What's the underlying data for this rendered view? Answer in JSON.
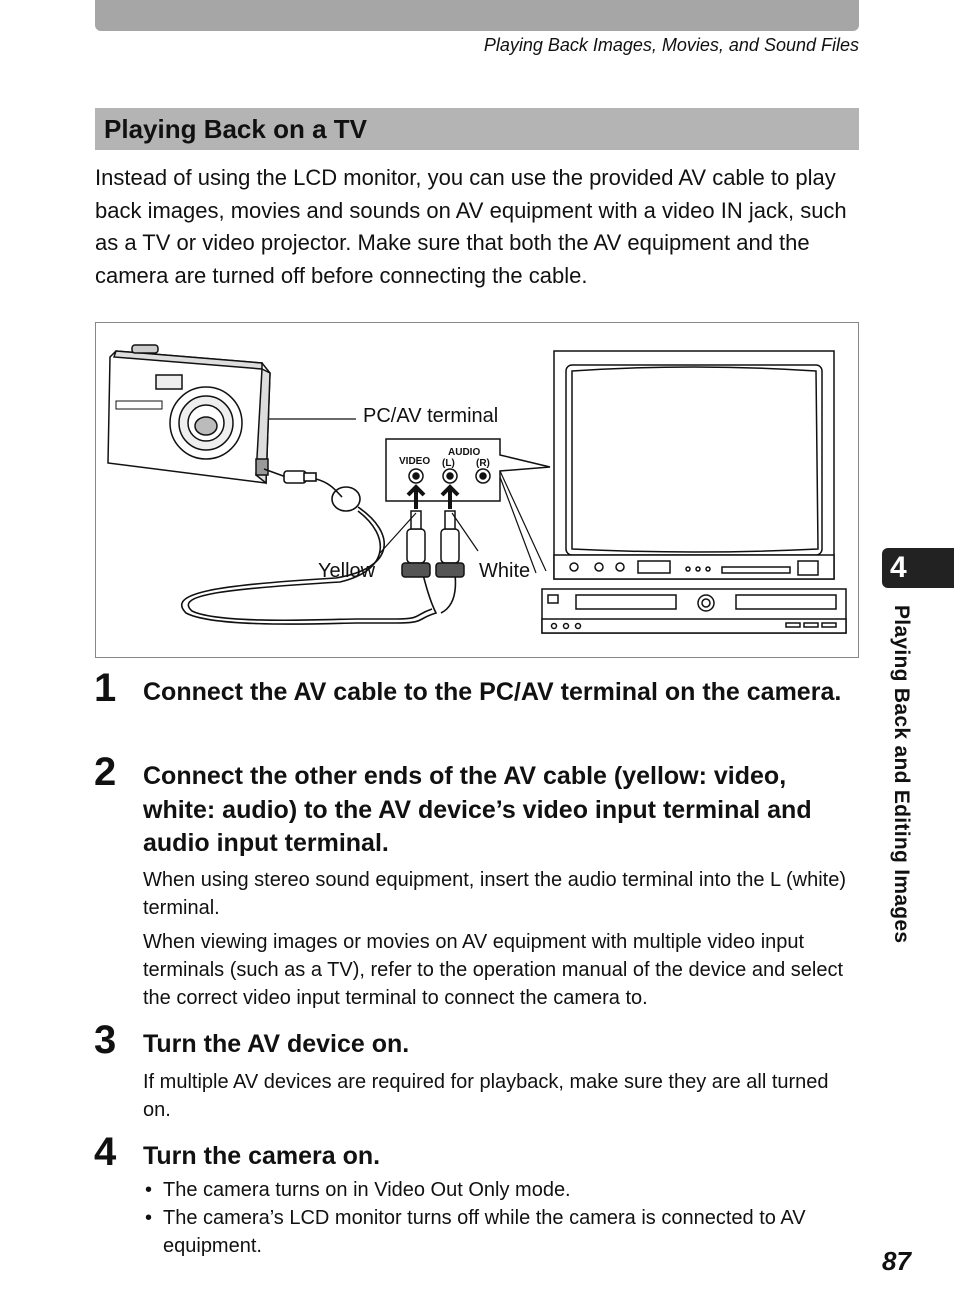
{
  "header": {
    "running_head": "Playing Back Images, Movies, and Sound Files"
  },
  "section": {
    "title": "Playing Back on a TV",
    "intro": "Instead of using the LCD monitor, you can use the provided AV cable to play back images, movies and sounds on AV equipment with a video IN jack, such as a TV or video projector. Make sure that both the AV equipment and the camera are turned off before connecting the cable."
  },
  "figure": {
    "terminal_label": "PC/AV terminal",
    "video_label": "VIDEO",
    "audio_label": "AUDIO",
    "left_label": "(L)",
    "right_label": "(R)",
    "yellow_label": "Yellow",
    "white_label": "White"
  },
  "steps": [
    {
      "num": "1",
      "title": "Connect the AV cable to the PC/AV terminal on the camera."
    },
    {
      "num": "2",
      "title": "Connect the other ends of the AV cable (yellow: video, white: audio) to the AV device’s video input terminal and audio input terminal.",
      "paragraphs": [
        "When using stereo sound equipment, insert the audio terminal into the L (white) terminal.",
        "When viewing images or movies on AV equipment with multiple video input terminals (such as a TV), refer to the operation manual of the device and select the correct video input terminal to connect the camera to."
      ]
    },
    {
      "num": "3",
      "title": "Turn the AV device on.",
      "paragraphs": [
        "If multiple AV devices are required for playback, make sure they are all turned on."
      ]
    },
    {
      "num": "4",
      "title": "Turn the camera on.",
      "bullets": [
        "The camera turns on in Video Out Only mode.",
        "The camera’s LCD monitor turns off while the camera is connected to AV equipment."
      ]
    }
  ],
  "sidebar": {
    "chapter_number": "4",
    "chapter_title": "Playing Back and Editing Images"
  },
  "footer": {
    "page_number": "87"
  }
}
